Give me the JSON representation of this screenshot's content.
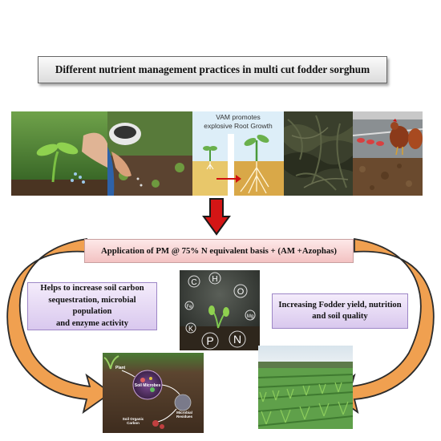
{
  "title": "Different nutrient management practices in multi cut fodder sorghum",
  "photo_strip": {
    "vam_line1": "VAM promotes",
    "vam_line2": "explosive Root Growth"
  },
  "application": "Application of PM @ 75% N equivalent basis + (AM +Azophas)",
  "left_box": {
    "line1": "Helps to increase soil carbon",
    "line2": "sequestration, microbial population",
    "line3": "and enzyme activity"
  },
  "right_box": {
    "line1": "Increasing Fodder  yield, nutrition",
    "line2": "and soil quality"
  },
  "nutrients": {
    "c": "C",
    "h": "H",
    "o": "O",
    "fe": "Fe",
    "mg": "Mg",
    "k": "K",
    "p": "P",
    "n": "N"
  },
  "carbon_panel": {
    "plant": "Plant",
    "microbes": "Soil Microbes",
    "residues_1": "Microbial",
    "residues_2": "Residues",
    "soc_1": "Soil Organic",
    "soc_2": "Carbon"
  },
  "colors": {
    "down_arrow": "#d41515",
    "curved_arrow": "#f0a050",
    "application_box": "#f3c2c2",
    "info_box": "#e3d6f2"
  }
}
